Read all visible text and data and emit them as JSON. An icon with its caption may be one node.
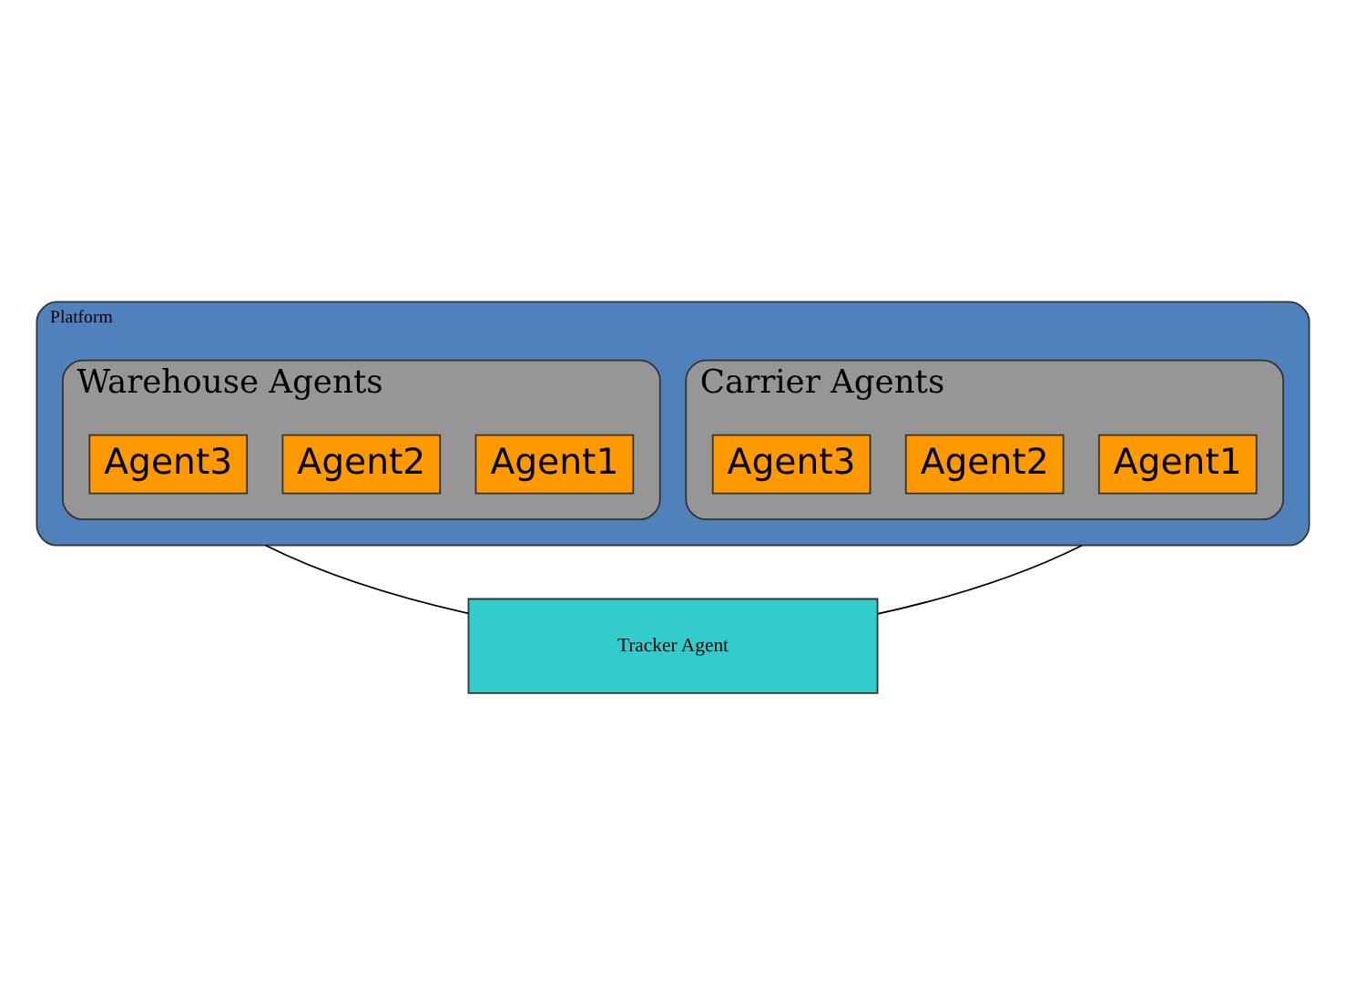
{
  "diagram": {
    "nodes": [
      {
        "text": [
          "Platform"
        ]
      },
      {
        "text": [
          "Carrier Agents"
        ],
        "in": 0
      },
      {
        "text": [
          "Agent1"
        ],
        "in": 1
      },
      {
        "text": [
          "Agent2"
        ],
        "in": 1
      },
      {
        "text": [
          "Agent3"
        ],
        "in": 1
      },
      {
        "text": [
          "Warehouse Agents"
        ],
        "in": 0
      },
      {
        "text": [
          "Agent1"
        ],
        "in": 5
      },
      {
        "text": [
          "Agent2"
        ],
        "in": 5
      },
      {
        "text": [
          "Agent3"
        ],
        "in": 5
      },
      {
        "text": [
          "Tracker Agent"
        ]
      }
    ],
    "edges": [
      {
        "from": 0,
        "to": 9,
        "arrow": "none"
      },
      {
        "from": 0,
        "to": 9,
        "arrow": "none"
      }
    ]
  }
}
